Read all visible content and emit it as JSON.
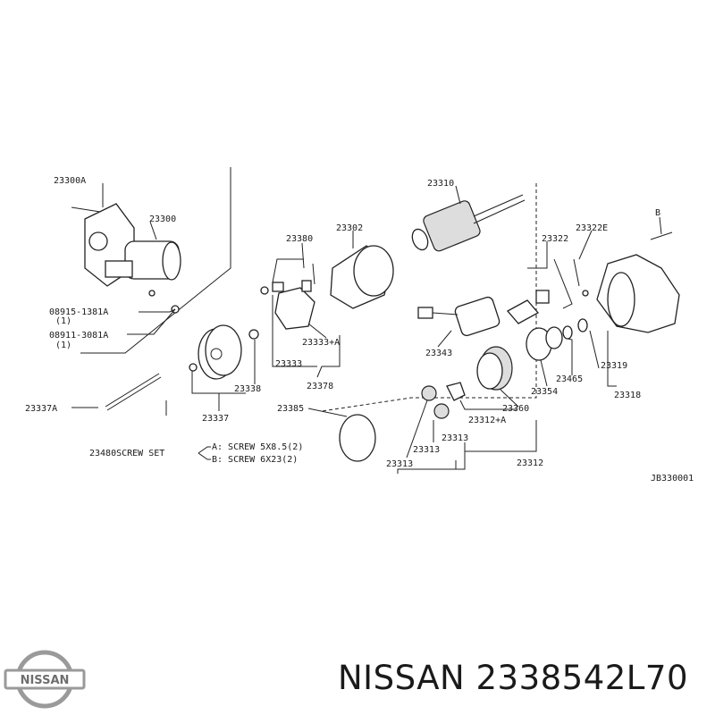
{
  "diagram_id": "JB330001",
  "brand": "NISSAN",
  "part_number": "2338542L70",
  "callouts": {
    "c23300a": "23300A",
    "c23300": "23300",
    "c08915": "08915-1381A",
    "c08915q": "(1)",
    "c08911": "08911-3081A",
    "c08911q": "(1)",
    "c23310": "23310",
    "c23380": "23380",
    "c23302": "23302",
    "c23322": "23322",
    "c23322e": "23322E",
    "cB": "B",
    "c23343": "23343",
    "c23333a": "23333+A",
    "c23333": "23333",
    "c23378": "23378",
    "c23338": "23338",
    "c23337a": "23337A",
    "c23337": "23337",
    "c23385": "23385",
    "c23360": "23360",
    "c23354": "23354",
    "c23465": "23465",
    "c23319": "23319",
    "c23318": "23318",
    "c23312a": "23312+A",
    "c23313a": "23313",
    "c23313b": "23313",
    "c23313c": "23313",
    "c23312": "23312",
    "c23480": "23480SCREW SET",
    "screwA": "A: SCREW 5X8.5(2)",
    "screwB": "B: SCREW 6X23(2)"
  }
}
